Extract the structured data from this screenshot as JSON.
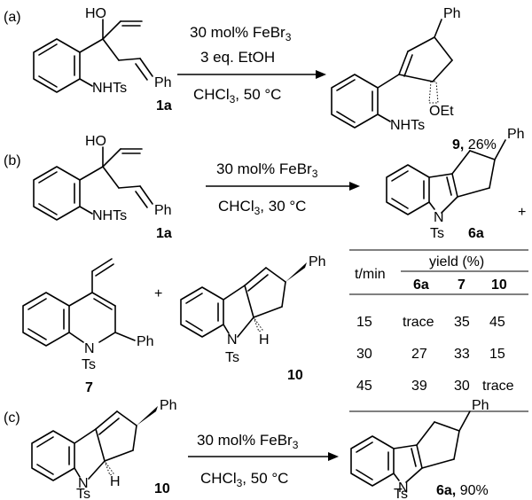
{
  "panels": {
    "a": {
      "tag": "(a)",
      "reactant": {
        "label": "1a",
        "oh": "HO",
        "nhts": "NHTs",
        "ph": "Ph"
      },
      "conditions": {
        "line1_main": "30 mol% FeBr",
        "line1_sub": "3",
        "line2": "3 eq. EtOH",
        "line3_main": "CHCl",
        "line3_sub": "3",
        "line3_rest": ", 50 °C"
      },
      "product": {
        "label": "9,",
        "yield": " 26%",
        "ph": "Ph",
        "oet": "OEt",
        "nhts": "NHTs"
      }
    },
    "b": {
      "tag": "(b)",
      "reactant": {
        "label": "1a",
        "oh": "HO",
        "nhts": "NHTs",
        "ph": "Ph"
      },
      "conditions": {
        "line1_main": "30 mol% FeBr",
        "line1_sub": "3",
        "line2_main": "CHCl",
        "line2_sub": "3",
        "line2_rest": ", 30 °C"
      },
      "product_6a": {
        "label": "6a",
        "ph": "Ph",
        "n": "N",
        "ts": "Ts"
      },
      "plus1": "+",
      "product_7": {
        "label": "7",
        "ph": "Ph",
        "n": "N",
        "ts": "Ts"
      },
      "plus2": "+",
      "product_10": {
        "label": "10",
        "ph": "Ph",
        "n": "N",
        "ts": "Ts",
        "h": "H"
      },
      "table": {
        "col0": "t/min",
        "group_header": "yield (%)",
        "columns": [
          "6a",
          "7",
          "10"
        ],
        "rows": [
          {
            "t": "15",
            "v": [
              "trace",
              "35",
              "45"
            ]
          },
          {
            "t": "30",
            "v": [
              "27",
              "33",
              "15"
            ]
          },
          {
            "t": "45",
            "v": [
              "39",
              "30",
              "trace"
            ]
          }
        ]
      }
    },
    "c": {
      "tag": "(c)",
      "reactant": {
        "label": "10",
        "ph": "Ph",
        "n": "N",
        "ts": "Ts",
        "h": "H"
      },
      "conditions": {
        "line1_main": "30 mol% FeBr",
        "line1_sub": "3",
        "line2_main": "CHCl",
        "line2_sub": "3",
        "line2_rest": ", 50 °C"
      },
      "product": {
        "label": "6a,",
        "yield": " 90%",
        "ph": "Ph",
        "n": "N",
        "ts": "Ts"
      }
    }
  }
}
